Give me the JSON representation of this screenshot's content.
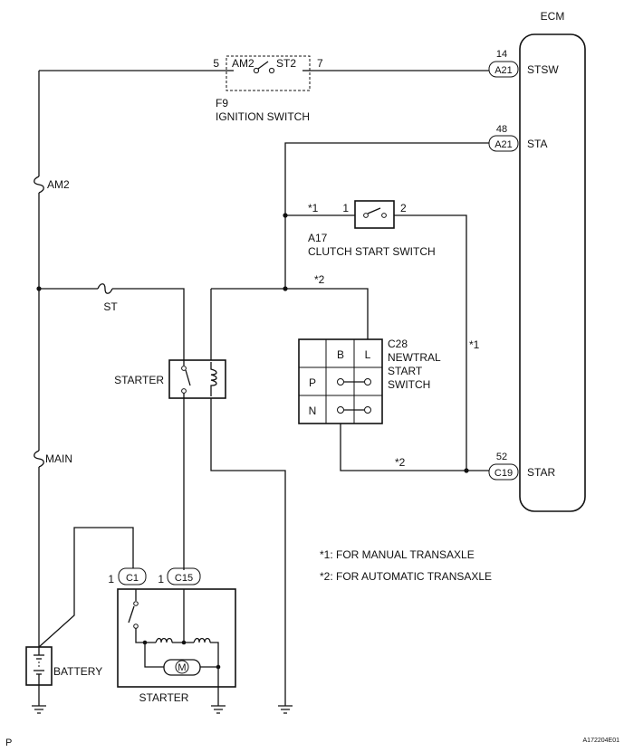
{
  "ecm": {
    "title": "ECM",
    "pins": [
      {
        "num": "14",
        "conn": "A21",
        "name": "STSW"
      },
      {
        "num": "48",
        "conn": "A21",
        "name": "STA"
      },
      {
        "num": "52",
        "conn": "C19",
        "name": "STAR"
      }
    ]
  },
  "ignition_switch": {
    "pin_left": "5",
    "pin_right": "7",
    "contact_left": "AM2",
    "contact_right": "ST2",
    "code": "F9",
    "name": "IGNITION SWITCH"
  },
  "fuses": {
    "am2": "AM2",
    "st": "ST",
    "main": "MAIN"
  },
  "clutch_switch": {
    "pin_left": "1",
    "pin_right": "2",
    "code": "A17",
    "name": "CLUTCH START SWITCH",
    "mark": "*1"
  },
  "neutral_switch": {
    "code": "C28",
    "name_lines": [
      "NEWTRAL",
      "START",
      "SWITCH"
    ],
    "columns": [
      "B",
      "L"
    ],
    "rows": [
      "P",
      "N"
    ],
    "mark": "*2"
  },
  "wire_marks": {
    "vertical": "*1",
    "bottom": "*2"
  },
  "relay": {
    "name": "STARTER"
  },
  "starter": {
    "name": "STARTER",
    "motor": "M",
    "conn1_pin": "1",
    "conn1": "C1",
    "conn2_pin": "1",
    "conn2": "C15"
  },
  "battery": {
    "name": "BATTERY"
  },
  "notes": [
    "*1: FOR MANUAL TRANSAXLE",
    "*2: FOR AUTOMATIC TRANSAXLE"
  ],
  "footer": {
    "left": "P",
    "right": "A172204E01"
  }
}
